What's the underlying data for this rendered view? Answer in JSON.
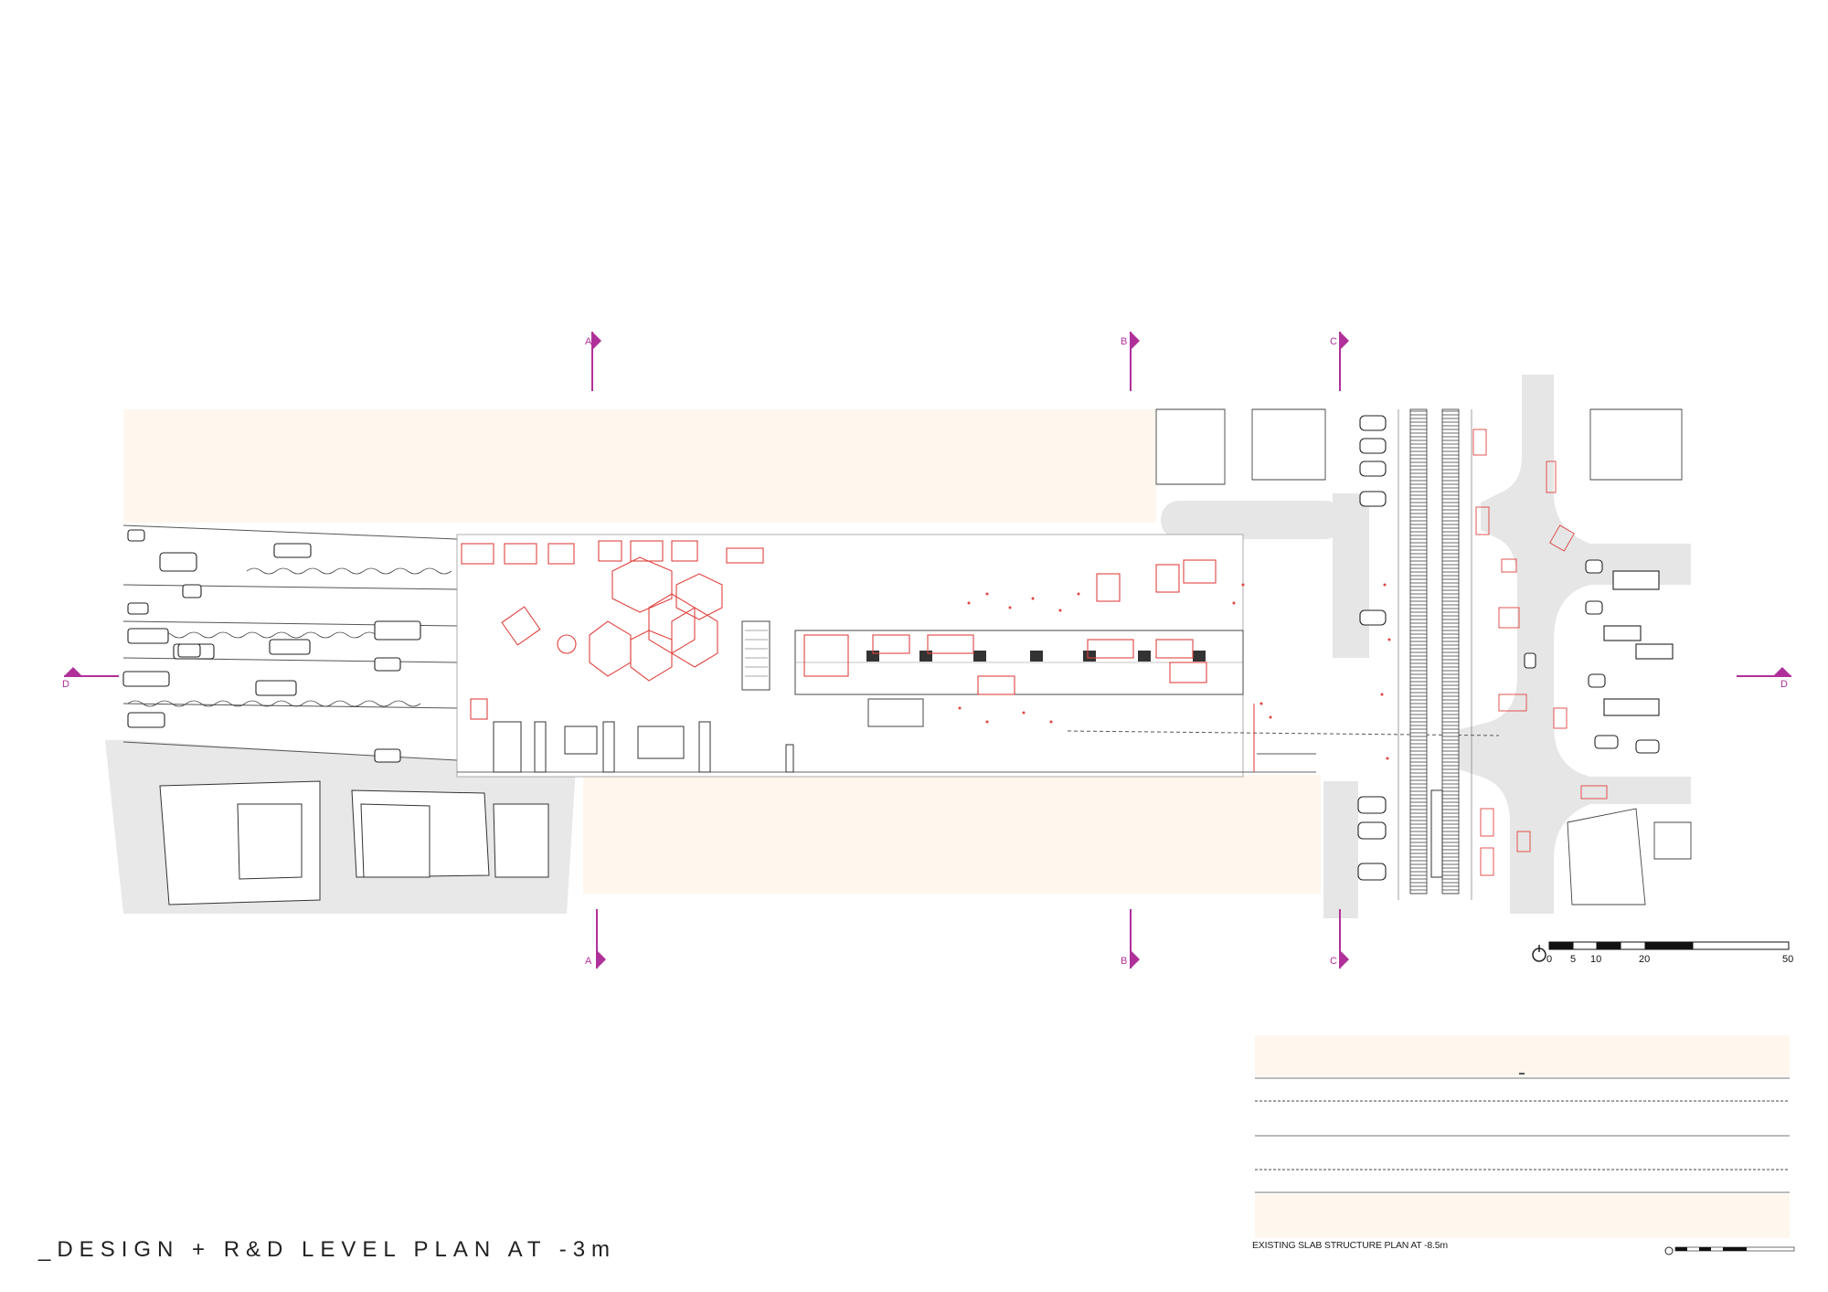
{
  "title": "_DESIGN + R&D LEVEL PLAN AT -3m",
  "secondary_caption": "EXISTING SLAB STRUCTURE PLAN AT -8.5m",
  "section_markers": [
    {
      "letter": "A"
    },
    {
      "letter": "B"
    },
    {
      "letter": "C"
    },
    {
      "letter": "D"
    }
  ],
  "scale_bar": {
    "labels": [
      "0",
      "5",
      "10",
      "20",
      "50"
    ]
  },
  "colors": {
    "background": "#ffffff",
    "block_fill": "#fff6ee",
    "road_grey": "#e6e6e6",
    "section_marker": "#b0309a",
    "intervention_red": "#e0433f",
    "linework": "#333333"
  },
  "icons": {
    "north_arrow": "north-arrow-icon",
    "section_flag": "section-flag-icon"
  }
}
